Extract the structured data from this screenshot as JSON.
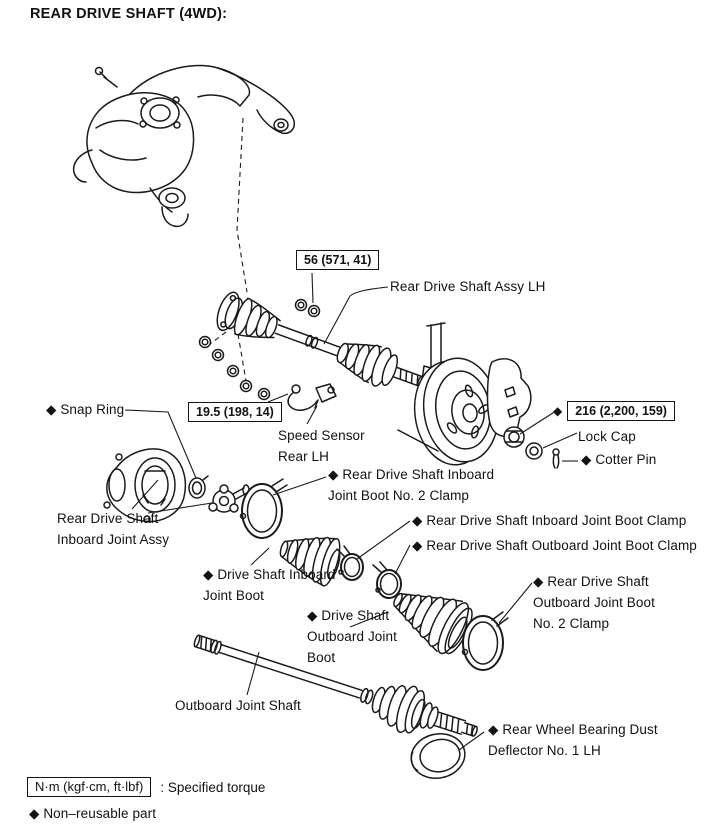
{
  "page": {
    "title": "REAR DRIVE SHAFT (4WD):"
  },
  "torque_specs": {
    "drive_shaft_nut": "56 (571, 41)",
    "speed_sensor_bolt": "19.5 (198, 14)",
    "axle_nut": "216 (2,200, 159)",
    "axle_nut_prefix": "◆"
  },
  "labels": {
    "assy_lh": "Rear Drive Shaft Assy LH",
    "speed_sensor": "Speed Sensor\nRear LH",
    "snap_ring": "◆ Snap Ring",
    "lock_cap": "Lock Cap",
    "cotter_pin": "◆ Cotter Pin",
    "inboard_no2_clamp": "◆ Rear Drive Shaft Inboard\nJoint Boot No. 2 Clamp",
    "inboard_joint_assy": "Rear Drive Shaft\nInboard Joint Assy",
    "inboard_boot_clamp": "◆ Rear Drive Shaft Inboard Joint Boot Clamp",
    "outboard_boot_clamp": "◆ Rear Drive Shaft Outboard Joint Boot Clamp",
    "inboard_boot": "◆ Drive Shaft Inboard\nJoint Boot",
    "outboard_no2_clamp": "◆ Rear Drive Shaft\nOutboard Joint Boot\nNo. 2 Clamp",
    "outboard_boot": "◆ Drive Shaft\nOutboard Joint\nBoot",
    "outboard_joint_shaft": "Outboard Joint Shaft",
    "dust_deflector": "◆ Rear Wheel Bearing Dust\nDeflector No. 1 LH"
  },
  "legend": {
    "torque_units": "N·m (kgf·cm, ft·lbf)",
    "torque_desc": ": Specified torque",
    "non_reusable": "◆ Non–reusable part"
  },
  "colors": {
    "ink": "#1b1b1b",
    "paper": "#ffffff"
  }
}
